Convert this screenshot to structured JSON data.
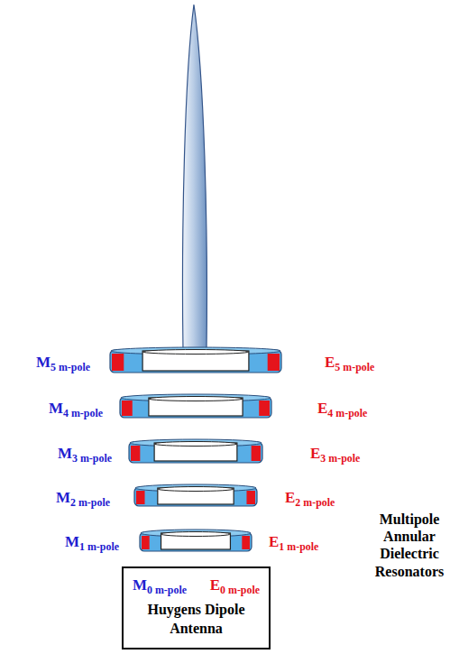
{
  "diagram": {
    "nodes": [
      {
        "text": [
          "M0 m-pole",
          "E0 m-pole",
          "Huygens Dipole Antenna"
        ]
      }
    ],
    "labels": [
      "M5 m-pole",
      "E5 m-pole",
      "M4 m-pole",
      "E4 m-pole",
      "M3 m-pole",
      "E3 m-pole",
      "M2 m-pole",
      "E2 m-pole",
      "Multipole Annular Dielectric Resonators",
      "M1 m-pole",
      "E1 m-pole"
    ]
  }
}
